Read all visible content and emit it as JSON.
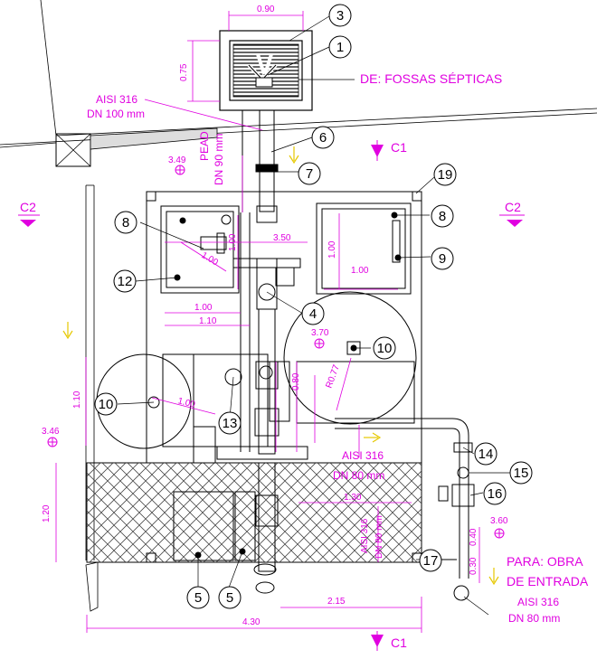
{
  "drawing": {
    "labels": {
      "from_septic": "DE: FOSSAS SÉPTICAS",
      "to_works_line1": "PARA: OBRA",
      "to_works_line2": "DE ENTRADA",
      "aisi_top_1": "AISI 316",
      "aisi_top_2": "DN 100 mm",
      "pead_1": "PEAD",
      "pead_2": "DN 90 mm",
      "aisi_mid_1": "AISI 316",
      "aisi_mid_2": "DN 80 mm",
      "aisi_vert": "AISI 316",
      "dn_vert": "DN 80 mm",
      "aisi_bot_1": "AISI 316",
      "aisi_bot_2": "DN 80 mm",
      "section_c1_top": "C1",
      "section_c1_bottom": "C1",
      "section_c2_left": "C2",
      "section_c2_right": "C2"
    },
    "elevations": {
      "e1": "3.49",
      "e2": "3.70",
      "e3": "3.46",
      "e4": "3.60"
    },
    "dimensions": {
      "d_090": "0.90",
      "d_075": "0.75",
      "d_350": "3.50",
      "d_100_a": "1.00",
      "d_100_b": "1.00",
      "d_100_c": "1.00",
      "d_100_d": "1.00",
      "d_110_a": "1.10",
      "d_110_b": "1.10",
      "d_120": "1.20",
      "d_130": "1.30",
      "d_215": "2.15",
      "d_430": "4.30",
      "d_040": "0.40",
      "d_030": "0.30",
      "d_r077": "R0.77",
      "d_080": "0.80",
      "d_100_e": "1.00",
      "d_100_f": "1.00"
    },
    "callouts": {
      "c1": "1",
      "c3": "3",
      "c4": "4",
      "c5a": "5",
      "c5b": "5",
      "c6": "6",
      "c7": "7",
      "c8a": "8",
      "c8b": "8",
      "c9": "9",
      "c10a": "10",
      "c10b": "10",
      "c12": "12",
      "c13": "13",
      "c14": "14",
      "c15": "15",
      "c16": "16",
      "c17": "17",
      "c19": "19"
    },
    "colors": {
      "annotation": "#e000e0",
      "linework": "#000000",
      "flow_arrow": "#e6c800"
    }
  }
}
